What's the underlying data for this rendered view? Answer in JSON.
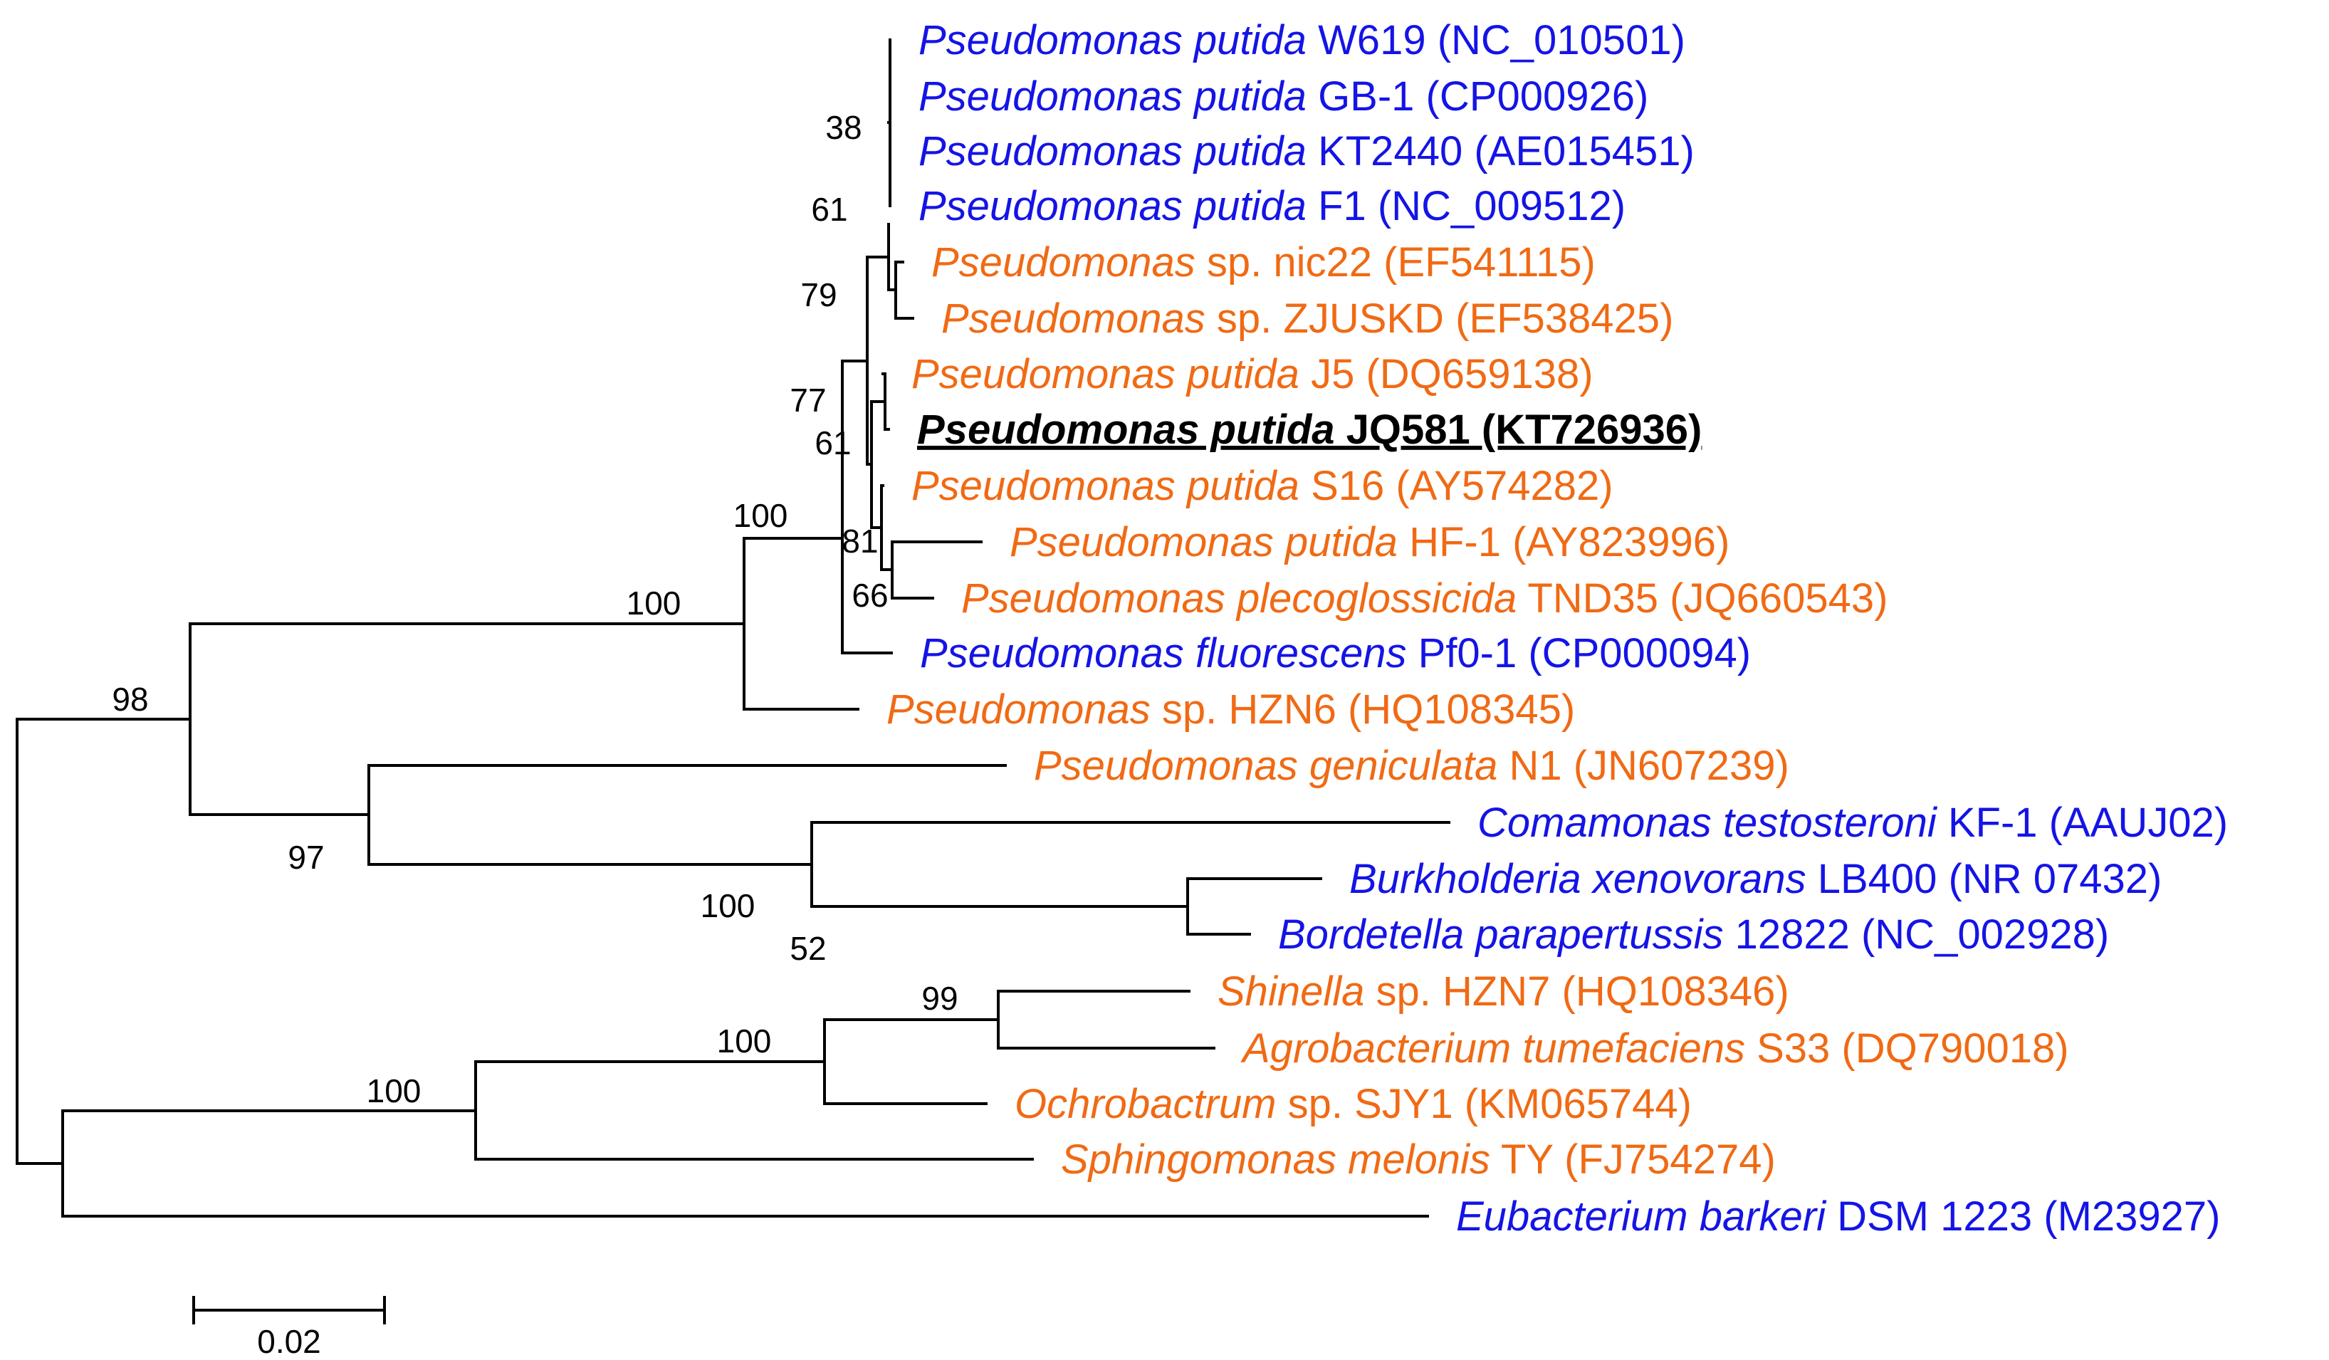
{
  "colors": {
    "blue": "#1414e6",
    "orange": "#f06a14",
    "black": "#000000"
  },
  "leaves": [
    {
      "id": "w619",
      "genus": "Pseudomonas putida",
      "rest": " W619 (NC_010501)",
      "color": "blue"
    },
    {
      "id": "gb1",
      "genus": "Pseudomonas putida",
      "rest": " GB-1 (CP000926)",
      "color": "blue"
    },
    {
      "id": "kt2440",
      "genus": "Pseudomonas putida",
      "rest": " KT2440 (AE015451)",
      "color": "blue"
    },
    {
      "id": "f1",
      "genus": "Pseudomonas putida",
      "rest": " F1 (NC_009512)",
      "color": "blue"
    },
    {
      "id": "nic22",
      "genus": "Pseudomonas",
      "rest": " sp. nic22 (EF541115)",
      "color": "orange"
    },
    {
      "id": "zjuskd",
      "genus": "Pseudomonas",
      "rest": " sp. ZJUSKD (EF538425)",
      "color": "orange"
    },
    {
      "id": "j5",
      "genus": "Pseudomonas putida",
      "rest": " J5 (DQ659138)",
      "color": "orange"
    },
    {
      "id": "jq581",
      "genus": "Pseudomonas putida",
      "rest": " JQ581 (KT726936)",
      "color": "black",
      "emphasis": true
    },
    {
      "id": "s16",
      "genus": "Pseudomonas putida",
      "rest": " S16 (AY574282)",
      "color": "orange"
    },
    {
      "id": "hf1",
      "genus": "Pseudomonas putida",
      "rest": " HF-1 (AY823996)",
      "color": "orange"
    },
    {
      "id": "tnd35",
      "genus": "Pseudomonas plecoglossicida",
      "rest": " TND35 (JQ660543)",
      "color": "orange"
    },
    {
      "id": "pf01",
      "genus": "Pseudomonas fluorescens",
      "rest": " Pf0-1 (CP000094)",
      "color": "blue"
    },
    {
      "id": "hzn6",
      "genus": "Pseudomonas",
      "rest": " sp. HZN6 (HQ108345)",
      "color": "orange"
    },
    {
      "id": "n1",
      "genus": "Pseudomonas geniculata",
      "rest": " N1 (JN607239)",
      "color": "orange"
    },
    {
      "id": "kf1",
      "genus": "Comamonas testosteroni",
      "rest": " KF-1 (AAUJ02)",
      "color": "blue"
    },
    {
      "id": "lb400",
      "genus": "Burkholderia xenovorans",
      "rest": " LB400 (NR 07432)",
      "color": "blue"
    },
    {
      "id": "b12822",
      "genus": "Bordetella parapertussis",
      "rest": " 12822 (NC_002928)",
      "color": "blue"
    },
    {
      "id": "hzn7",
      "genus": "Shinella",
      "rest": " sp. HZN7 (HQ108346)",
      "color": "orange"
    },
    {
      "id": "s33",
      "genus": "Agrobacterium tumefaciens",
      "rest": " S33 (DQ790018)",
      "color": "orange"
    },
    {
      "id": "sjy1",
      "genus": "Ochrobactrum",
      "rest": " sp. SJY1 (KM065744)",
      "color": "orange"
    },
    {
      "id": "ty",
      "genus": "Sphingomonas melonis",
      "rest": " TY (FJ754274)",
      "color": "orange"
    },
    {
      "id": "dsm1223",
      "genus": "Eubacterium barkeri",
      "rest": " DSM 1223 (M23927)",
      "color": "blue"
    }
  ],
  "support_values": [
    "38",
    "61",
    "79",
    "77",
    "61",
    "100",
    "81",
    "66",
    "100",
    "98",
    "97",
    "100",
    "52",
    "99",
    "100",
    "100"
  ],
  "scale_bar": {
    "label": "0.02",
    "value": 0.02
  }
}
